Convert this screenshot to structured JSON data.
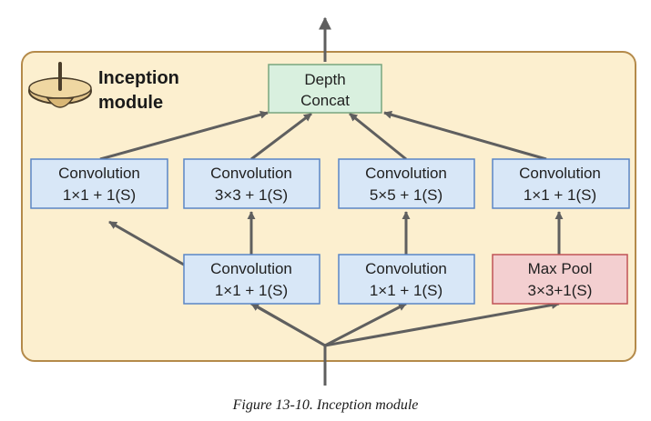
{
  "module": {
    "title_line1": "Inception",
    "title_line2": "module",
    "icon": "spinning-top-icon"
  },
  "nodes": {
    "depth_concat": {
      "line1": "Depth",
      "line2": "Concat"
    },
    "conv1": {
      "line1": "Convolution",
      "line2": "1×1 + 1(S)"
    },
    "conv2": {
      "line1": "Convolution",
      "line2": "3×3 + 1(S)"
    },
    "conv3": {
      "line1": "Convolution",
      "line2": "5×5 + 1(S)"
    },
    "conv4": {
      "line1": "Convolution",
      "line2": "1×1 + 1(S)"
    },
    "conv5": {
      "line1": "Convolution",
      "line2": "1×1 + 1(S)"
    },
    "conv6": {
      "line1": "Convolution",
      "line2": "1×1 + 1(S)"
    },
    "maxpool": {
      "line1": "Max Pool",
      "line2": "3×3+1(S)"
    }
  },
  "caption": "Figure 13-10. Inception module",
  "colors": {
    "module_fill": "#fcefcf",
    "module_border": "#b48a4a",
    "conv_fill": "#d8e7f7",
    "conv_border": "#5a86c5",
    "concat_fill": "#d9f0df",
    "concat_border": "#78a67f",
    "pool_fill": "#f3cfd0",
    "pool_border": "#c05357",
    "arrow": "#5f5f5f"
  }
}
